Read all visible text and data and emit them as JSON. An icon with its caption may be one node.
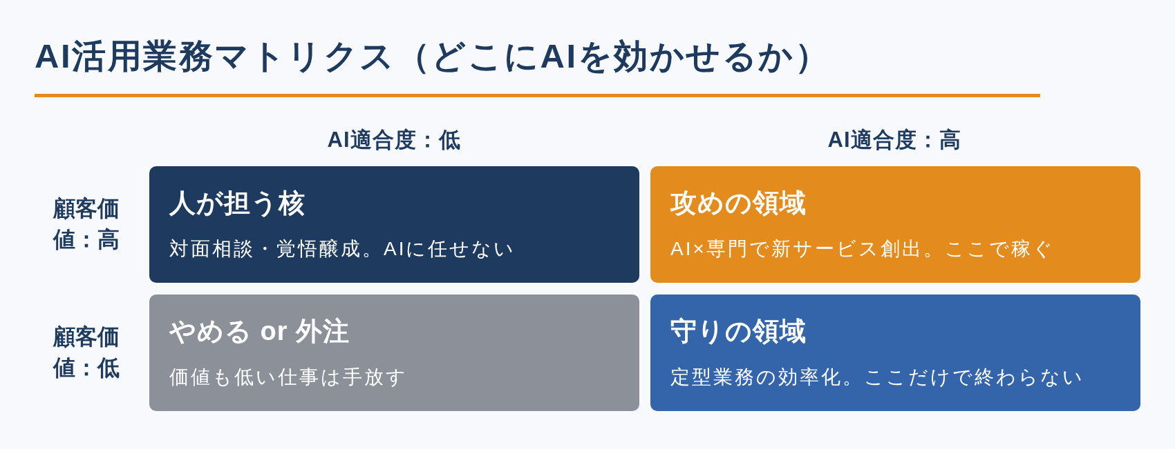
{
  "diagram": {
    "title": "AI活用業務マトリクス（どこにAIを効かせるか）",
    "nodes": [
      {
        "text": [
          "人が担う核",
          "対面相談・覚悟醸成。AIに任せない"
        ]
      },
      {
        "text": [
          "攻めの領域",
          "AI×専門で新サービス創出。ここで稼ぐ"
        ]
      },
      {
        "text": [
          "やめる or 外注",
          "価値も低い仕事は手放す"
        ]
      },
      {
        "text": [
          "守りの領域",
          "定型業務の効率化。ここだけで終わらない"
        ]
      }
    ],
    "labels": [
      "AI適合度：低",
      "AI適合度：高",
      "顧客価値：高",
      "顧客価値：低"
    ]
  }
}
